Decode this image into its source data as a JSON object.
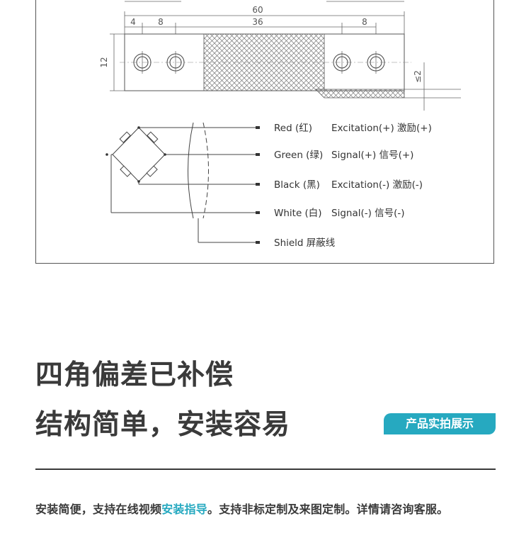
{
  "drawing": {
    "dimensions": {
      "total": "60",
      "left_edge": "4",
      "left_pitch": "8",
      "middle": "36",
      "right_pitch": "8",
      "height": "12",
      "thickness": "≤2"
    },
    "wires": [
      {
        "color_label": "Red (红)",
        "function": "Excitation(+) 激励(+)"
      },
      {
        "color_label": "Green (绿)",
        "function": "Signal(+) 信号(+)"
      },
      {
        "color_label": "Black (黑)",
        "function": "Excitation(-) 激励(-)"
      },
      {
        "color_label": "White (白)",
        "function": "Signal(-) 信号(-)"
      },
      {
        "color_label": "Shield 屏蔽线",
        "function": ""
      }
    ]
  },
  "headline": {
    "line1": "四角偏差已补偿",
    "line2": "结构简单，安装容易"
  },
  "badge": {
    "label": "产品实拍展示"
  },
  "footer": {
    "part1": "安装简便，支持在线视频",
    "highlight": "安装指导",
    "part2": "。支持非标定制及来图定制。详情请咨询客服。"
  },
  "colors": {
    "accent": "#26a9c0",
    "text": "#3a3a3a"
  }
}
